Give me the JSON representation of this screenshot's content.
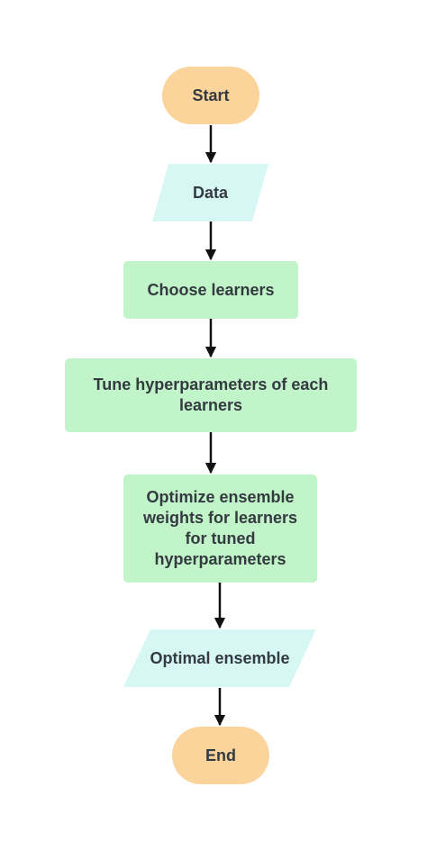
{
  "nodes": {
    "start": "Start",
    "data": "Data",
    "choose": "Choose learners",
    "tune": "Tune hyperparameters of each learners",
    "optimize": "Optimize ensemble weights for learners for tuned hyperparameters",
    "optimal": "Optimal ensemble",
    "end": "End"
  },
  "colors": {
    "terminal": "#fbd49b",
    "process": "#c1f4c8",
    "io": "#d7f7f5",
    "arrow": "#111111",
    "text": "#333a40"
  }
}
